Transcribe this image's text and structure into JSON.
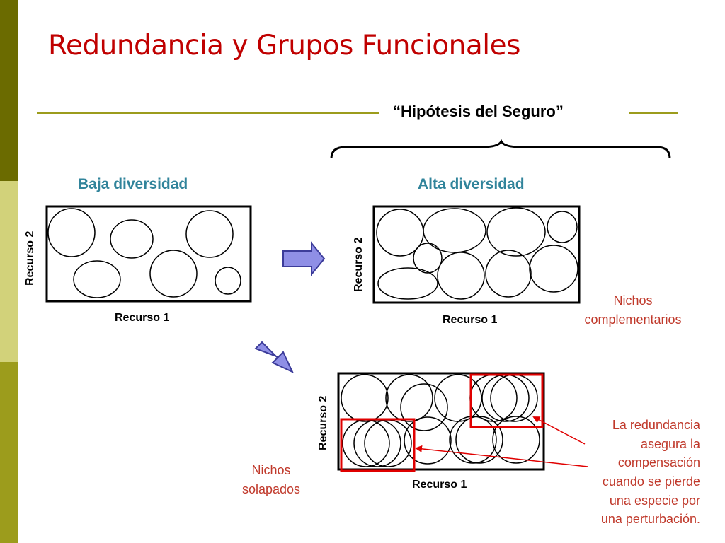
{
  "title": "Redundancia y Grupos Funcionales",
  "subtitle": "“Hipótesis del Seguro”",
  "low_diversity_label": "Baja diversidad",
  "high_diversity_label": "Alta diversidad",
  "axis_x_label": "Recurso 1",
  "axis_y_label": "Recurso 2",
  "axis_y_label_spaced": "Recurso  2",
  "complementary_label": "Nichos complementarios",
  "overlap_label_line1": "Nichos",
  "overlap_label_line2": "solapados",
  "redundancy_note": [
    "La redundancia",
    "asegura la",
    "compensación",
    "cuando se pierde",
    "una especie por",
    "una perturbación."
  ],
  "colors": {
    "title": "#c00000",
    "headings": "#31849b",
    "notes": "#c0392b",
    "rule": "#9c9c1c",
    "sidebar": [
      "#6b6b00",
      "#d2d27a",
      "#9c9c1c"
    ],
    "arrow_fill": "#8f8fe6",
    "arrow_stroke": "#3c3c9a",
    "highlight": "#e00000"
  }
}
